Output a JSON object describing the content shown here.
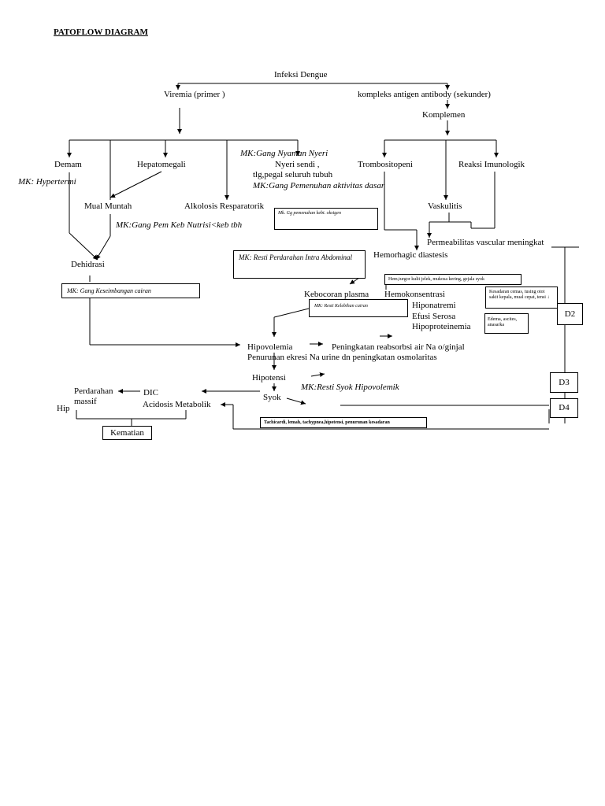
{
  "title": "PATOFLOW DIAGRAM",
  "nodes": {
    "infeksi": "Infeksi Dengue",
    "viremia": "Viremia (primer )",
    "kompleks": "kompleks antigen antibody (sekunder)",
    "komplemen": "Komplemen",
    "demam": "Demam",
    "hepatomegali": "Hepatomegali",
    "nyeri1": "Nyeri sendi ,",
    "nyeri2": "tlg,pegal seluruh tubuh",
    "trombositopeni": "Trombositopeni",
    "reaksi": "Reaksi Imunologik",
    "mual": "Mual Muntah",
    "alkolosis": "Alkolosis Resparatorik",
    "vaskulitis": "Vaskulitis",
    "permeabilitas": "Permeabilitas vascular meningkat",
    "hemorhagic": "Hemorhagic diastesis",
    "dehidrasi": "Dehidrasi",
    "kebocoran": "Kebocoran plasma",
    "hemokonsentrasi": "Hemokonsentrasi",
    "hiponatremi": "Hiponatremi",
    "efusi": "Efusi Serosa",
    "hipoproteinemia": "Hipoproteinemia",
    "hipovolemia": "Hipovolemia",
    "peningkatan": "Peningkatan reabsorbsi air Na o/ginjal",
    "penurunan": "Penurunan ekresi Na urine dn peningkatan osmolaritas",
    "hipotensi": "Hipotensi",
    "syok": "Syok",
    "perdarahan1": "Perdarahan",
    "perdarahan2": "massif",
    "dic": "DIC",
    "acidosis": "Acidosis Metabolik",
    "hip": "Hip",
    "kematian": "Kematian"
  },
  "mk": {
    "hypertermi": "MK: Hypertermi",
    "nyaman": "MK:Gang Nyaman Nyeri",
    "aktivitas": "MK:Gang Pemenuhan aktivitas dasar",
    "oksigen": "Mk. Gg pemenuhan kebt. oksigen",
    "nutrisi": "MK:Gang Pem Keb Nutrisi<keb tbh",
    "perdarahan": "MK: Resti Perdarahan Intra Abdominal",
    "cairan": "MK: Gang Keseimbangan cairan",
    "kelebihan": "MK: Resti Kelebihan cairan",
    "syok": "MK:Resti Syok Hipovolemik"
  },
  "notes": {
    "hem": "Hem,turgor kulit jelek, mukosa kering, gejala syok",
    "kesadaran": "Kesadaran cemas, tusing otot sakit kepala, mual cepat, tensi ↓",
    "edema": "Edema, ascites, anasarka",
    "tachicardi": "Tachicardi, lemah, tachypnea,hipotensi, penurunan kesadaran"
  },
  "days": {
    "d2": "D2",
    "d3": "D3",
    "d4": "D4"
  }
}
